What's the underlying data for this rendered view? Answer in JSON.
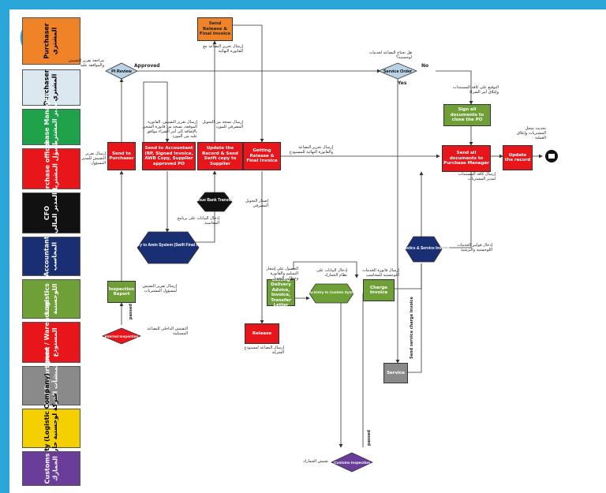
{
  "lanes": [
    {
      "label": "Purchaser\nالمشتري",
      "color": "#f08227"
    },
    {
      "label": "Purchaser\nالمشتري",
      "color": "#dce8f0"
    },
    {
      "label": "Purchase Manager\nمدير المشتريات",
      "color": "#1fa24a"
    },
    {
      "label": "purchase officer\nمسؤل المشتريات",
      "color": "#e8151b"
    },
    {
      "label": "CFO\nالمدير المالي",
      "color": "#111111"
    },
    {
      "label": "Accountant\nالمحاسب",
      "color": "#1a2f73"
    },
    {
      "label": "Logistics\nاللوجستية",
      "color": "#6f9f37"
    },
    {
      "label": "Consignee / Warehouse\nالمستودع",
      "color": "#e8151b"
    },
    {
      "label": "Technical Department\nالمنشآت الفنية",
      "color": "#8a8a8a"
    },
    {
      "label": "Third Party (Logistic Company)\nشركة لوجستية خارجية",
      "color": "#f4d000"
    },
    {
      "label": "Customs\nالجمارك",
      "color": "#6a3d9a"
    }
  ],
  "boxes": {
    "send_release": "Send Release & Final Invoice",
    "send_to_purchaser": "Send to Purchaser",
    "send_to_accountant": "Send to Accountant (RP, Signed Invoice, AWB Copy, Supplier approved PO",
    "update_record": "Update the Record & Send Swift copy to Supplier",
    "getting_release": "Getting Release & Final Invoice",
    "sign_all_docs": "Sign all documents to close the PO",
    "send_all_docs": "Send all documents to Purchase Manager",
    "update_the_record": "Update the record",
    "inspection_report": "Inspection Report",
    "getting_delivery": "Getting Delivery Advice, Invoice, Transfer Letter",
    "charge_invoice": "Charge Invoice",
    "release": "Release",
    "service": "Service"
  },
  "shapes": {
    "pi_review": "PI Review",
    "service_order": "Service Order",
    "issue_bank_transfer": "Issue Bank Transfer",
    "data_entry_amin": "Data Entry to Amin System (Swift Final Payment)",
    "logistics_service_invoice": "Logistics & Service Invoice",
    "data_entry_custom": "Data Entry to Custom System",
    "internal_inspection": "Internal Inspection",
    "customs_inspection": "Customs Inspection"
  },
  "edge_labels": {
    "approved": "Approved",
    "no": "No",
    "yes": "Yes",
    "passed_1": "passed",
    "passed_2": "passed",
    "send_service_invoice": "Send service charge invoice"
  },
  "notes": {
    "n_send_release": "إرسال تحرير البضاعة مع الفاتورة النهائية",
    "n_pi_review": "مراجعة تقرير التفتيش والموافقة عليه",
    "n_service_order": "هل تحتاج البضاعة لخدمات لوجستية؟",
    "n_send_to_purchaser": "إرسال تقرير التفتيش للمدير المسؤول",
    "n_send_to_accountant": "إرسال تقرير التفتيش، الفاتورة الموقعة، نسخة من فاتورة الشحن بالإضافة إلى أمر الشراء موافق عليه من المورد",
    "n_update_record": "إرسال نسخة من التحويل المصرفي للمورد",
    "n_getting_release": "إرسال تحرير البضاعة والفاتورة النهائية للمستودع",
    "n_sign_all_docs": "التوقيع على كافة المستندات وإغلاق أمر الشراء",
    "n_update_the_record": "تحديث سجل المشتريات وإغلاق العملية",
    "n_send_all_docs": "إرسال كافة المستندات لمدير المشتريات",
    "n_issue_bank_transfer": "إصدار التحويل المصرفي",
    "n_data_entry_amin": "إدخال البيانات على برنامج المحاسبة",
    "n_logistics_invoice": "إدخال فواتير الخدمات اللوجستية والترسية",
    "n_inspection_report": "إرسال تقرير التفتيش لمسؤول المشتريات",
    "n_getting_delivery": "الحصول على إشعار التسليم والفاتورة وخطاب التحويل",
    "n_data_entry_custom": "إدخال البيانات على نظام الجمارك",
    "n_charge_invoice": "إرسال فاتورة الخدمات اللوجستية للمحاسب",
    "n_internal_inspection": "التفتيش الداخلي للبضاعة المستلمة",
    "n_release": "إرسال البضاعة لمستودع الشركة",
    "n_customs_inspection": "تفتيش الجمارك"
  }
}
